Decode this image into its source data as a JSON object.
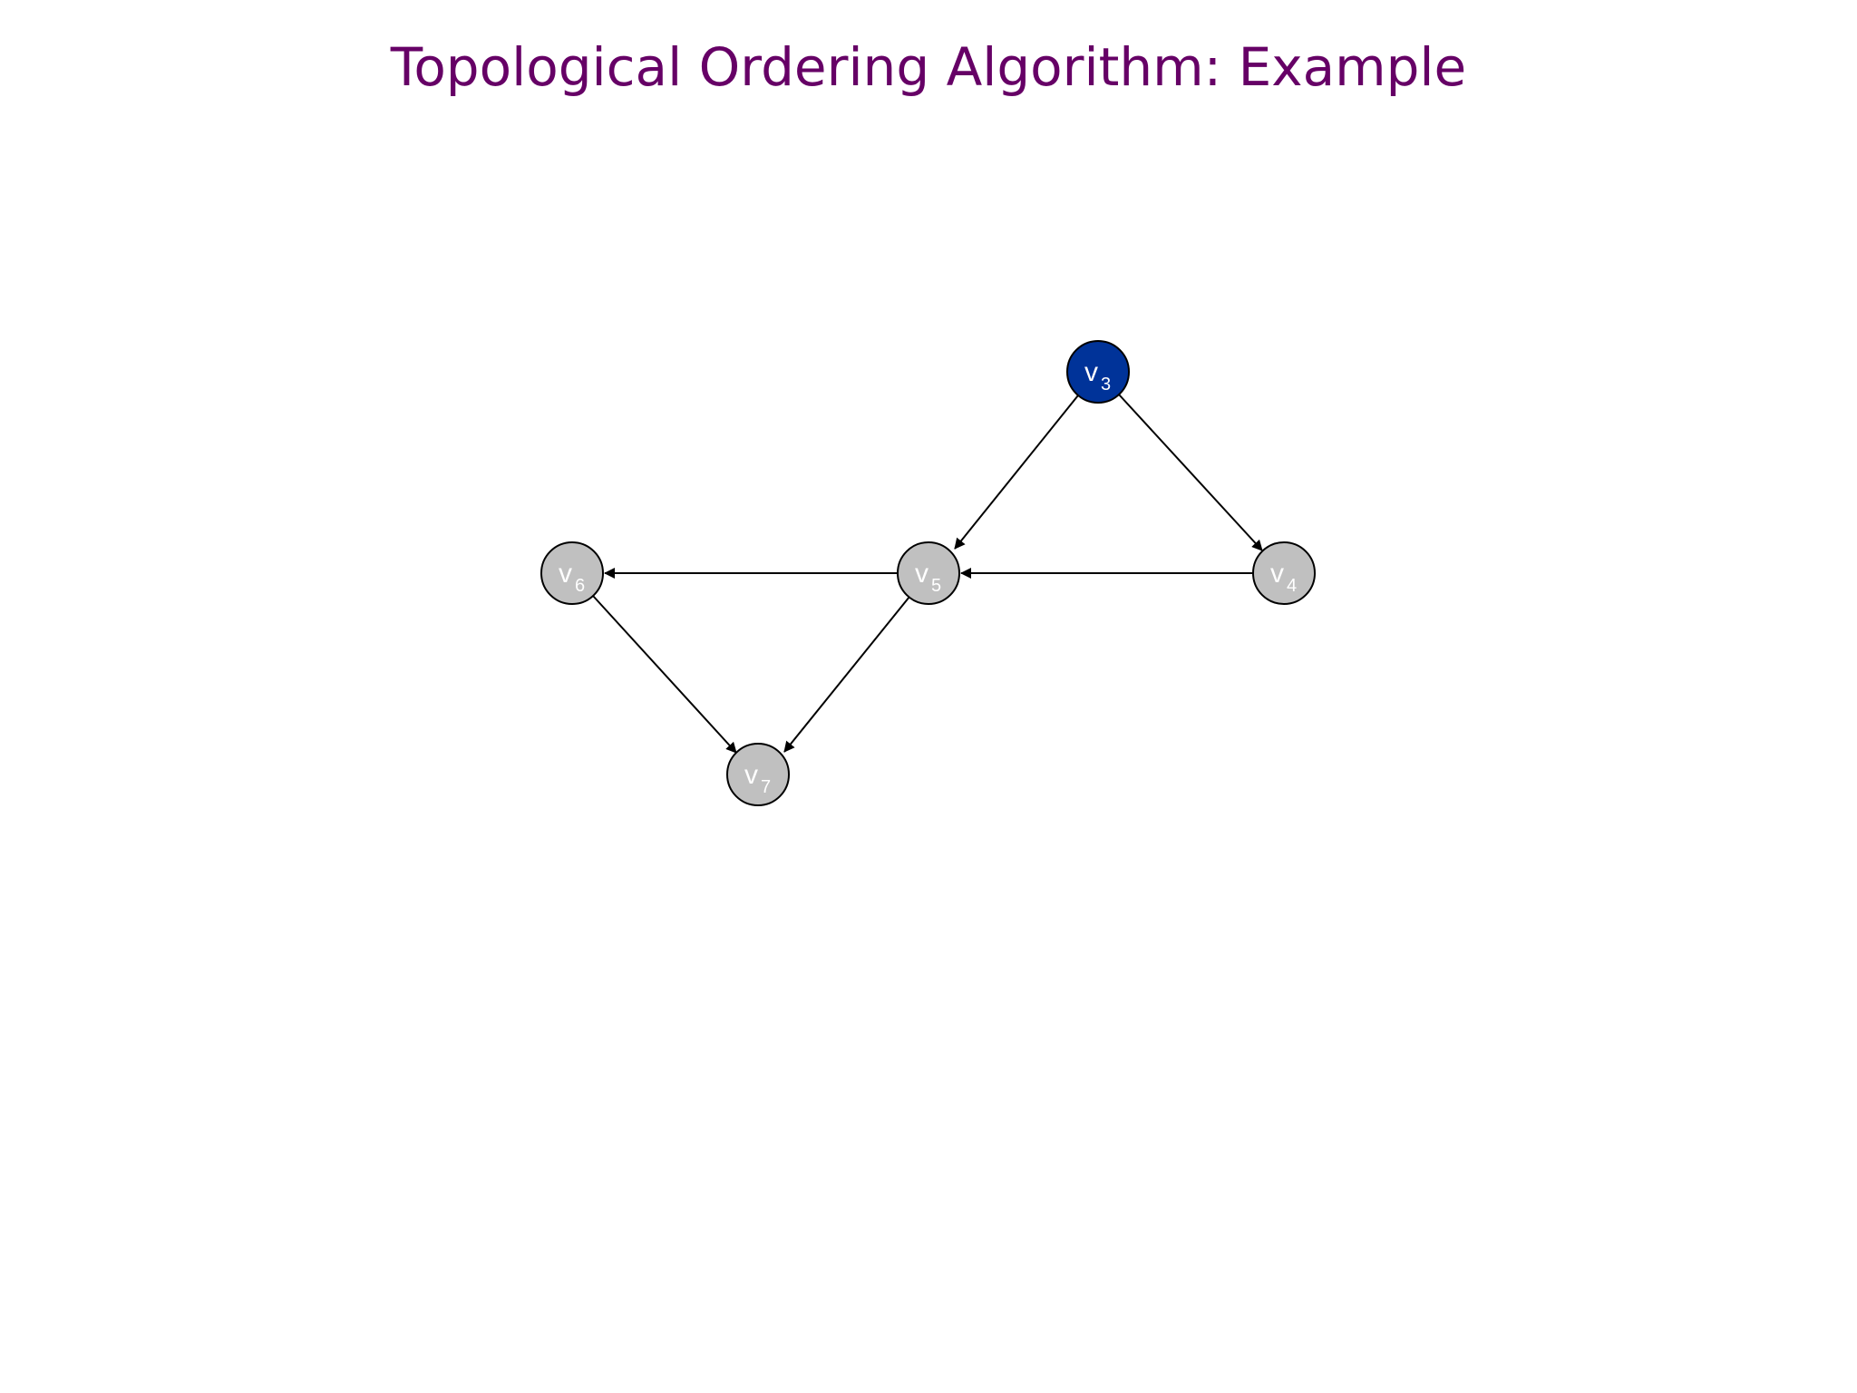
{
  "slide": {
    "title": "Topological Ordering Algorithm:  Example",
    "title_color": "#660066"
  },
  "graph": {
    "nodes": [
      {
        "id": "v3",
        "letter": "v",
        "sub": "3",
        "state": "active",
        "fill": "#003399"
      },
      {
        "id": "v4",
        "letter": "v",
        "sub": "4",
        "state": "inactive",
        "fill": "#c0c0c0"
      },
      {
        "id": "v5",
        "letter": "v",
        "sub": "5",
        "state": "inactive",
        "fill": "#c0c0c0"
      },
      {
        "id": "v6",
        "letter": "v",
        "sub": "6",
        "state": "inactive",
        "fill": "#c0c0c0"
      },
      {
        "id": "v7",
        "letter": "v",
        "sub": "7",
        "state": "inactive",
        "fill": "#c0c0c0"
      }
    ],
    "edges": [
      {
        "from": "v3",
        "to": "v5"
      },
      {
        "from": "v3",
        "to": "v4"
      },
      {
        "from": "v4",
        "to": "v5"
      },
      {
        "from": "v5",
        "to": "v6"
      },
      {
        "from": "v5",
        "to": "v7"
      },
      {
        "from": "v6",
        "to": "v7"
      }
    ]
  }
}
